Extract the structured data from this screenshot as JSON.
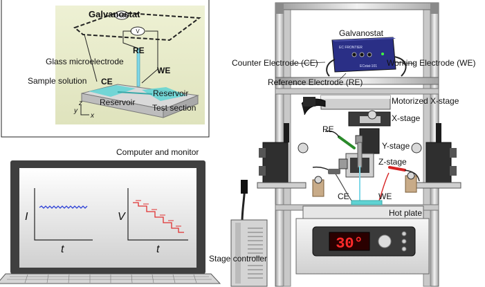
{
  "inset": {
    "galvanostat": "Galvanostat",
    "meter": "V",
    "re": "RE",
    "we": "WE",
    "ce": "CE",
    "glass_microelectrode": "Glass microelectrode",
    "sample_solution": "Sample solution",
    "reservoir_left": "Reservoir",
    "reservoir_right": "Reservoir",
    "test_section": "Test section",
    "axis_x": "x",
    "axis_y": "y",
    "axis_z": "z"
  },
  "computer": {
    "title": "Computer and monitor",
    "plot1_ylabel": "I",
    "plot1_xlabel": "t",
    "plot2_ylabel": "V",
    "plot2_xlabel": "t"
  },
  "setup": {
    "galvanostat": "Galvanostat",
    "device_brand": "EC FRONTIER",
    "device_model": "ECstat-101",
    "counter_electrode": "Counter Electrode (CE)",
    "working_electrode": "Working Electrode (WE)",
    "reference_electrode": "Reference Electrode (RE)",
    "motorized_x_stage": "Motorized X-stage",
    "x_stage": "X-stage",
    "y_stage": "Y-stage",
    "z_stage": "Z-stage",
    "re": "RE",
    "ce": "CE",
    "we": "WE",
    "hot_plate": "Hot plate",
    "temperature": "30°",
    "stage_controller": "Stage controller"
  },
  "colors": {
    "solution": "#5fd3d3",
    "current_trace": "#2b3fd6",
    "voltage_trace": "#e03030",
    "display_digits": "#ff2a2a",
    "device_panel": "#2a2f86"
  }
}
